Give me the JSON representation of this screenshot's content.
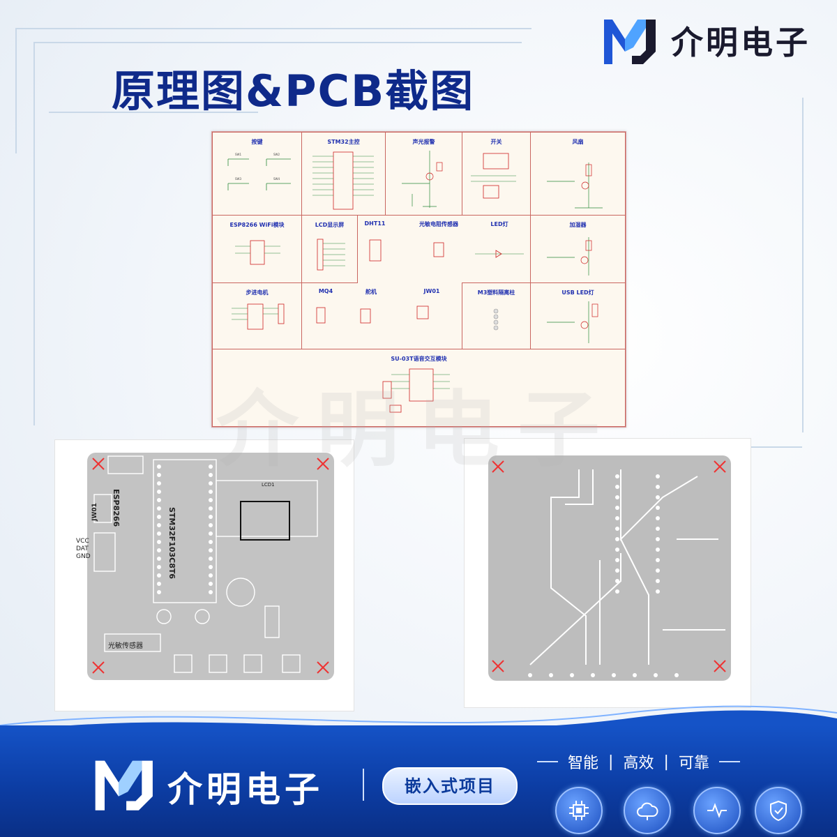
{
  "brand": {
    "name": "介明电子",
    "accent_color": "#0f2a8a",
    "logo_icon": "mj-logo-icon"
  },
  "title": "原理图&PCB截图",
  "schematic": {
    "cells": [
      "按键",
      "STM32主控",
      "声光报警",
      "开关",
      "风扇",
      "ESP8266 WiFi模块",
      "LCD显示屏",
      "DHT11",
      "光敏电阻传感器",
      "LED灯",
      "加湿器",
      "步进电机",
      "MQ4",
      "舵机",
      "JW01",
      "M3塑料隔离柱",
      "USB LED灯",
      "SU-03T语音交互模块"
    ]
  },
  "pcb_front": {
    "labels": [
      "ESP8266",
      "STM32F103C8T6",
      "JW01",
      "LCD1",
      "光敏传感器",
      "VCC",
      "DAT",
      "GND"
    ]
  },
  "watermark": "介明电子",
  "footer": {
    "brand": "介明电子",
    "pill": "嵌入式项目",
    "slogan": [
      "智能",
      "高效",
      "可靠"
    ],
    "icons": [
      "chip-icon",
      "cloud-icon",
      "pulse-icon",
      "shield-check-icon"
    ]
  }
}
